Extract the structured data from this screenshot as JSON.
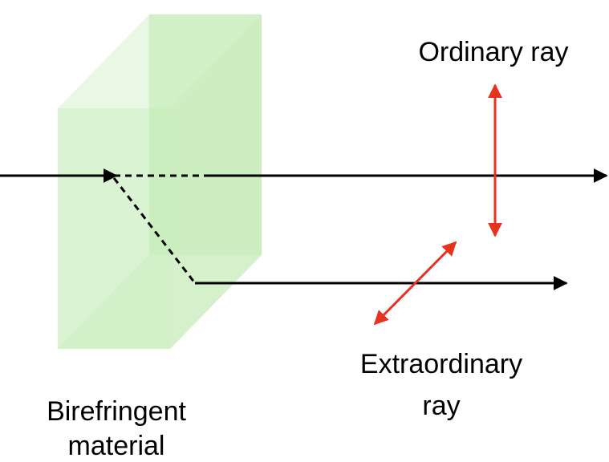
{
  "labels": {
    "ordinary_ray": "Ordinary ray",
    "extraordinary_ray_line1": "Extraordinary",
    "extraordinary_ray_line2": "ray",
    "material_line1": "Birefringent",
    "material_line2": "material"
  },
  "colors": {
    "crystal_fill": "#b6e7a6",
    "crystal_edge": "#d4f0c8",
    "ray": "#000000",
    "polarization_arrow": "#e8321f",
    "text": "#000000"
  }
}
